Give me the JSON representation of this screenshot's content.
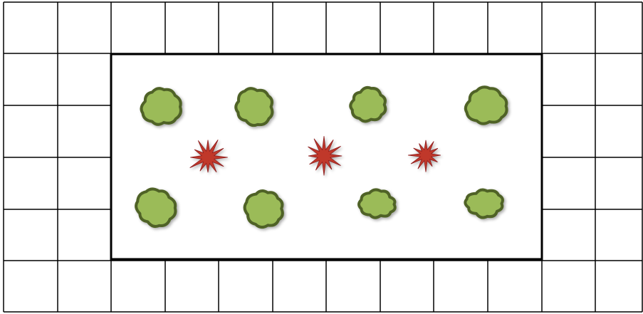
{
  "diagram": {
    "grid": {
      "columns": 12,
      "rows": 6,
      "line_color": "#000000"
    },
    "garden_bed": {
      "border_color": "#000000",
      "fill": "#ffffff"
    },
    "shrubs": {
      "count": 8,
      "icon": "shrub-icon",
      "fill_color": "#9bbb59",
      "outline_color": "#4f6228"
    },
    "starbursts": {
      "count": 3,
      "icon": "starburst-icon",
      "fill_color": "#c0392b",
      "shade_color": "#8e1f1f"
    }
  }
}
